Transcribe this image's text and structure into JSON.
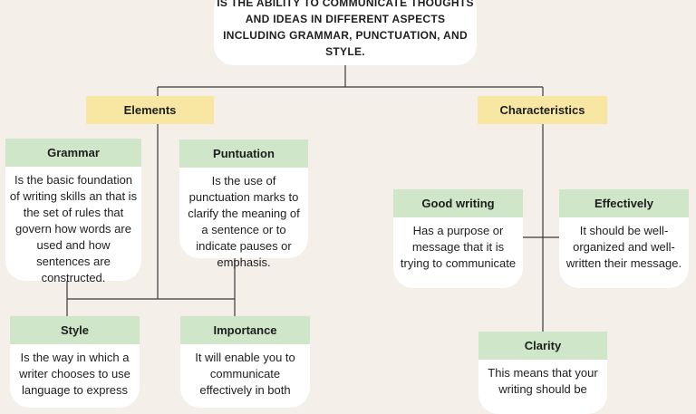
{
  "definition": "IS THE ABILITY TO COMMUNICATE THOUGHTS AND IDEAS IN DIFFERENT ASPECTS INCLUDING GRAMMAR, PUNCTUATION, AND STYLE.",
  "branches": {
    "elements": "Elements",
    "characteristics": "Characteristics"
  },
  "nodes": {
    "grammar": {
      "title": "Grammar",
      "text": "Is the basic foundation of writing skills an that is the set of rules that govern how words are used and how sentences are constructed."
    },
    "punctuation": {
      "title": "Puntuation",
      "text": "Is the use of punctuation marks to clarify the meaning of a sentence or to indicate pauses or emphasis."
    },
    "style": {
      "title": "Style",
      "text": "Is the way in which a writer chooses to use language to express"
    },
    "importance": {
      "title": "Importance",
      "text": "It will enable you to communicate effectively in both"
    },
    "good_writing": {
      "title": "Good writing",
      "text": "Has a purpose or message that it is trying to communicate"
    },
    "effectively": {
      "title": "Effectively",
      "text": "It should be well-organized and well-written their message."
    },
    "clarity": {
      "title": "Clarity",
      "text": "This means that your writing should be"
    }
  },
  "colors": {
    "background": "#f4efe9",
    "branch_header": "#f7e7a3",
    "node_label": "#cfe6c8",
    "card": "#ffffff",
    "connector": "#3a3a3a"
  }
}
